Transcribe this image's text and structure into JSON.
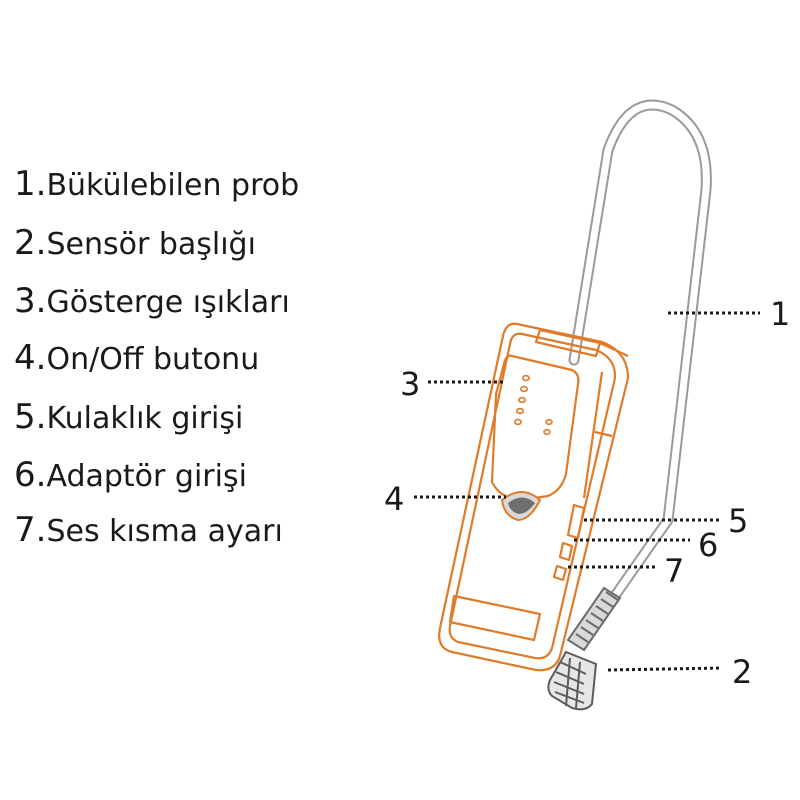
{
  "legend": [
    {
      "num": "1.",
      "text": "Bükülebilen prob"
    },
    {
      "num": "2.",
      "text": "Sensör başlığı"
    },
    {
      "num": "3.",
      "text": "Gösterge ışıkları"
    },
    {
      "num": "4.",
      "text": "On/Off butonu"
    },
    {
      "num": "5.",
      "text": "Kulaklık girişi"
    },
    {
      "num": "6.",
      "text": "Adaptör girişi"
    },
    {
      "num": "7.",
      "text": "Ses kısma ayarı"
    }
  ],
  "callouts": [
    "1",
    "2",
    "3",
    "4",
    "5",
    "6",
    "7"
  ],
  "colors": {
    "outline": "#e07b2a",
    "probe": "#9a9a9a",
    "text": "#1a1a1a",
    "background": "#ffffff"
  }
}
